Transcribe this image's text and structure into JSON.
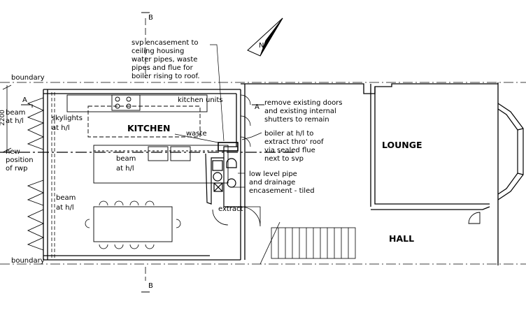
{
  "rooms": {
    "kitchen": "KITCHEN",
    "lounge": "LOUNGE",
    "hall": "HALL"
  },
  "labels": {
    "boundary_top": "boundary",
    "boundary_bottom": "boundary",
    "beam_left_1": "beam",
    "beam_left_2": "at h/l",
    "skylights_1": "skylights",
    "skylights_2": "at h/l",
    "new_rwp_1": "new",
    "new_rwp_2": "position",
    "new_rwp_3": "of rwp",
    "dimension": "2200",
    "kitchen_units": "kitchen units",
    "waste": "waste",
    "beam_center_1": "beam",
    "beam_center_2": "at h/l",
    "beam_lower_1": "beam",
    "beam_lower_2": "at h/l",
    "extract": "extract",
    "north": "N",
    "section_a": "A",
    "section_b": "B"
  },
  "notes": {
    "svp": [
      "svp encasement to",
      "ceiling housing",
      "water pipes, waste",
      "pipes and flue for",
      "boiler rising to roof."
    ],
    "doors": [
      "remove existing doors",
      "and existing internal",
      "shutters to remain"
    ],
    "boiler": [
      "boiler at h/l to",
      "extract thro' roof",
      "via sealed flue",
      "next to svp"
    ],
    "pipe": [
      "low level pipe",
      "and drainage",
      "encasement - tiled"
    ]
  },
  "colors": {
    "line": "#000000",
    "background": "#ffffff"
  }
}
